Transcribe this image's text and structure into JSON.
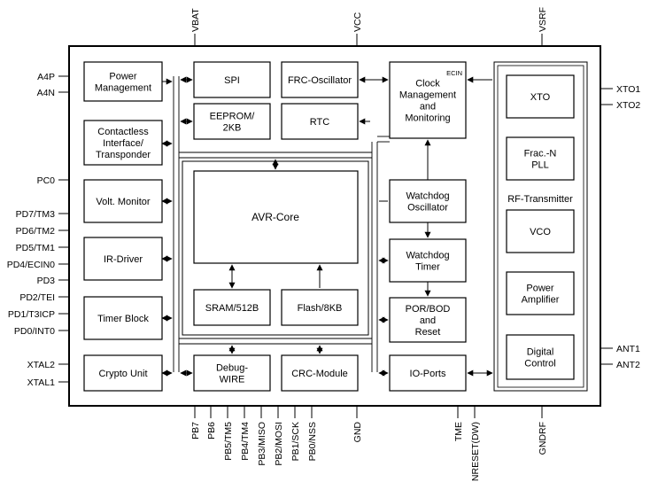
{
  "blocks": {
    "power_mgmt": "Power\nManagement",
    "contactless": "Contactless\nInterface/\nTransponder",
    "volt_monitor": "Volt. Monitor",
    "ir_driver": "IR-Driver",
    "timer_block": "Timer Block",
    "crypto_unit": "Crypto Unit",
    "spi": "SPI",
    "frc_osc": "FRC-Oscillator",
    "eeprom": "EEPROM/\n2KB",
    "rtc": "RTC",
    "avr_core": "AVR-Core",
    "sram": "SRAM/512B",
    "flash": "Flash/8KB",
    "debugwire": "Debug-\nWIRE",
    "crc": "CRC-Module",
    "clock_mgmt": "Clock\nManagement\nand\nMonitoring",
    "ecin": "ECIN",
    "wd_osc": "Watchdog\nOscillator",
    "wd_timer": "Watchdog\nTimer",
    "por": "POR/BOD\nand\nReset",
    "io_ports": "IO-Ports",
    "rf_title": "RF-Transmitter",
    "xto": "XTO",
    "frac_pll": "Frac.-N\nPLL",
    "vco": "VCO",
    "power_amp": "Power\nAmplifier",
    "digital_ctrl": "Digital\nControl"
  },
  "pins": {
    "top": [
      "VBAT",
      "VCC",
      "VSRF"
    ],
    "left": [
      "A4P",
      "A4N",
      "PC0",
      "PD7/TM3",
      "PD6/TM2",
      "PD5/TM1",
      "PD4/ECIN0",
      "PD3",
      "PD2/TEI",
      "PD1/T3ICP",
      "PD0/INT0",
      "XTAL2",
      "XTAL1"
    ],
    "right": [
      "XTO1",
      "XTO2",
      "ANT1",
      "ANT2"
    ],
    "bottom": [
      "PB7",
      "PB6",
      "PB5/TM5",
      "PB4/TM4",
      "PB3/MISO",
      "PB2/MOSI",
      "PB1/SCK",
      "PB0/NSS",
      "GND",
      "TME",
      "NRESET(DW)",
      "GNDRF"
    ]
  }
}
